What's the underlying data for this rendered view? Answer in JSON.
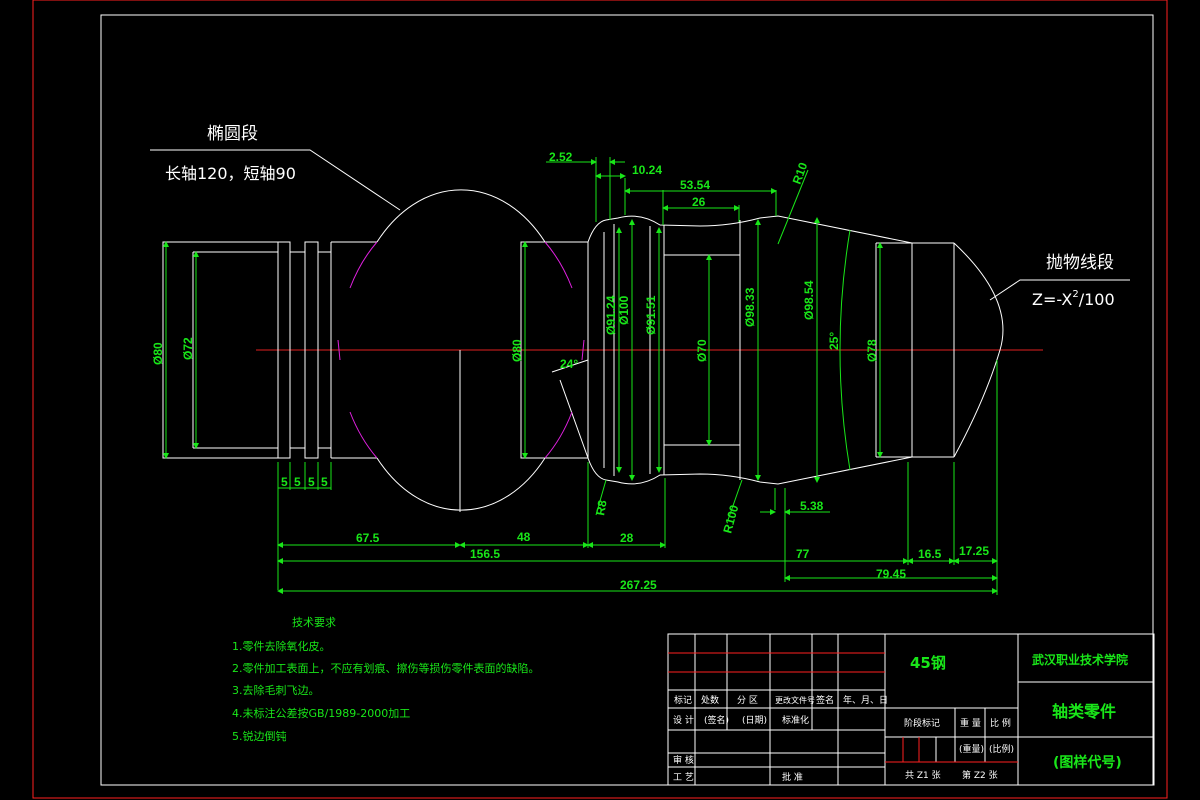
{
  "labels": {
    "ellipse_title": "椭圆段",
    "ellipse_spec": "长轴120，短轴90",
    "parabola_title": "抛物线段",
    "parabola_eq_left": "Z=-X",
    "parabola_eq_sup": "2",
    "parabola_eq_right": "/100"
  },
  "dims": {
    "d2_52": "2.52",
    "d10_24": "10.24",
    "d53_54": "53.54",
    "d26": "26",
    "r10": "R10",
    "phi80_left": "Ø80",
    "phi72": "Ø72",
    "phi80_mid": "Ø80",
    "phi91_24": "Ø91.24",
    "phi100": "Ø100",
    "phi91_51": "Ø91.51",
    "phi70": "Ø70",
    "phi98_33": "Ø98.33",
    "phi98_54": "Ø98.54",
    "phi78": "Ø78",
    "ang24": "24°",
    "ang25": "25°",
    "r8": "R8",
    "r100": "R100",
    "d5_a": "5",
    "d5_b": "5",
    "d5_c": "5",
    "d5_d": "5",
    "d67_5": "67.5",
    "d48": "48",
    "d28": "28",
    "d156_5": "156.5",
    "d77": "77",
    "d16_5": "16.5",
    "d17_25": "17.25",
    "d5_38": "5.38",
    "d79_45": "79.45",
    "d267_25": "267.25"
  },
  "notes": {
    "title": "技术要求",
    "items": [
      "1.零件去除氧化皮。",
      "2.零件加工表面上，不应有划痕、擦伤等损伤零件表面的缺陷。",
      "3.去除毛刺飞边。",
      "4.未标注公差按GB/1989-2000加工",
      "5.锐边倒钝"
    ]
  },
  "title_block": {
    "material": "45钢",
    "school": "武汉职业技术学院",
    "part_name": "轴类零件",
    "drawing_no": "(图样代号)",
    "hdr_mark": "标记",
    "hdr_count": "处数",
    "hdr_zone": "分 区",
    "hdr_docno": "更改文件号",
    "hdr_sign": "签名",
    "hdr_date": "年、月、日",
    "design": "设 计",
    "design_sign": "(签名)",
    "design_date": "(日期)",
    "standard": "标准化",
    "stage_mark": "阶段标记",
    "weight": "重 量",
    "scale": "比 例",
    "weight_val": "(重量)",
    "scale_val": "(比例)",
    "review": "审 核",
    "process": "工 艺",
    "approve": "批 准",
    "sheets_total": "共  Z1  张",
    "sheet_no": "第  Z2  张"
  }
}
